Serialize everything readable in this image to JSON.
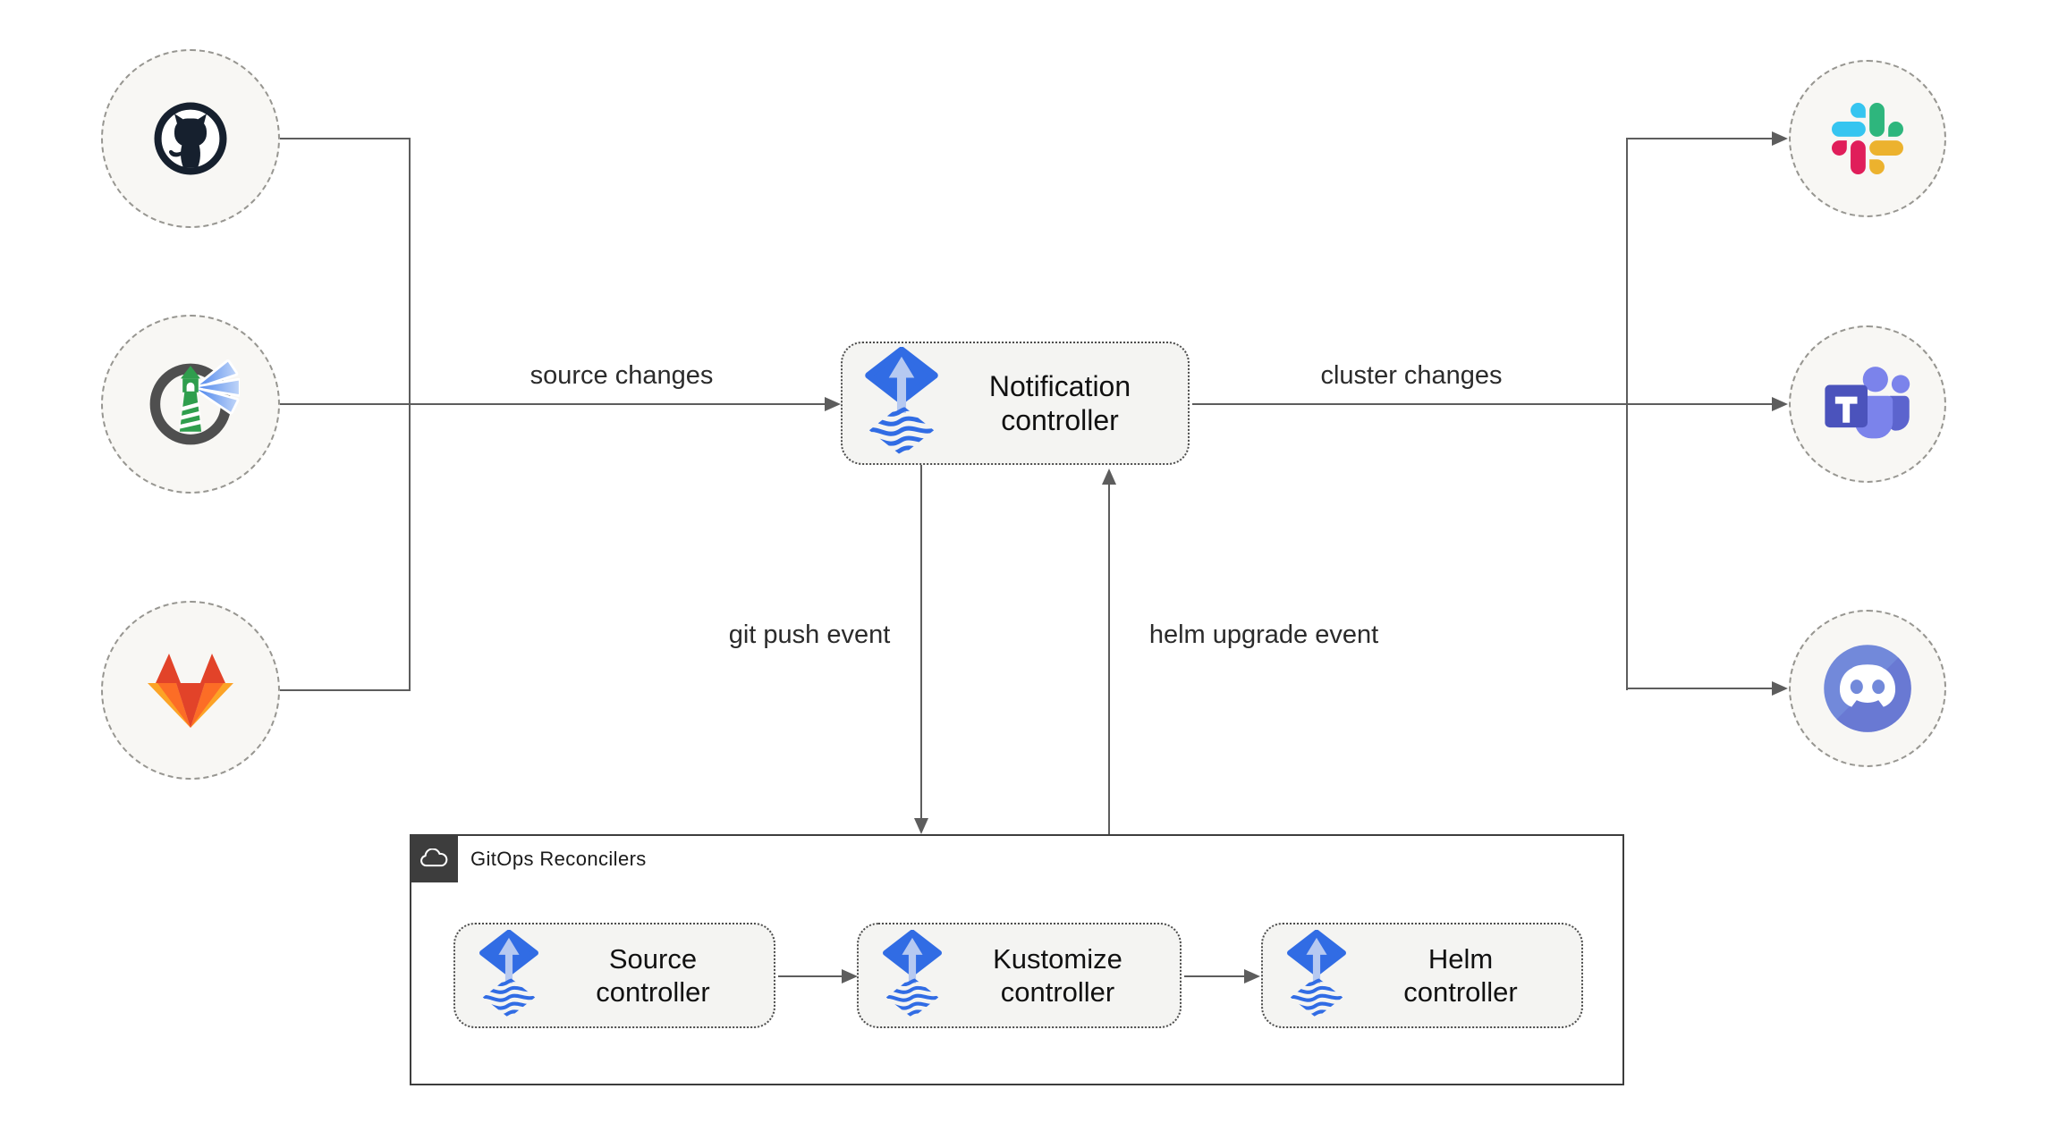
{
  "labels": {
    "source_changes": "source changes",
    "cluster_changes": "cluster changes",
    "git_push_event": "git push event",
    "helm_upgrade_event": "helm upgrade event"
  },
  "nodes": {
    "notification": {
      "line1": "Notification",
      "line2": "controller",
      "icon": "flux-icon"
    },
    "source": {
      "line1": "Source",
      "line2": "controller",
      "icon": "flux-icon"
    },
    "kustomize": {
      "line1": "Kustomize",
      "line2": "controller",
      "icon": "flux-icon"
    },
    "helm": {
      "line1": "Helm",
      "line2": "controller",
      "icon": "flux-icon"
    }
  },
  "container": {
    "label": "GitOps Reconcilers",
    "icon": "cloud-icon"
  },
  "sources": [
    {
      "icon": "github-icon"
    },
    {
      "icon": "harbor-icon"
    },
    {
      "icon": "gitlab-icon"
    }
  ],
  "targets": [
    {
      "icon": "slack-icon"
    },
    {
      "icon": "teams-icon"
    },
    {
      "icon": "discord-icon"
    }
  ],
  "colors": {
    "flux_blue": "#316ce4",
    "flux_arrow_light": "#b6c9f1",
    "connector_gray": "#5d5d5d",
    "node_background": "#f4f4f2",
    "node_border": "#4c4c4c",
    "circle_background": "#f8f7f4",
    "circle_border": "#979691",
    "container_border": "#3d3d3d",
    "text": "#1c1c1c",
    "github_dark": "#16202e",
    "harbor_green": "#2f9e4d",
    "gitlab_red": "#e24329",
    "gitlab_orange": "#fc6d26",
    "gitlab_amber": "#fca326",
    "slack_blue": "#36C5F0",
    "slack_green": "#2EB67D",
    "slack_yellow": "#ECB22E",
    "slack_red": "#E01E5A",
    "teams_purple": "#4b53bc",
    "teams_light_purple": "#7b83eb",
    "discord_blurple": "#7289da"
  }
}
